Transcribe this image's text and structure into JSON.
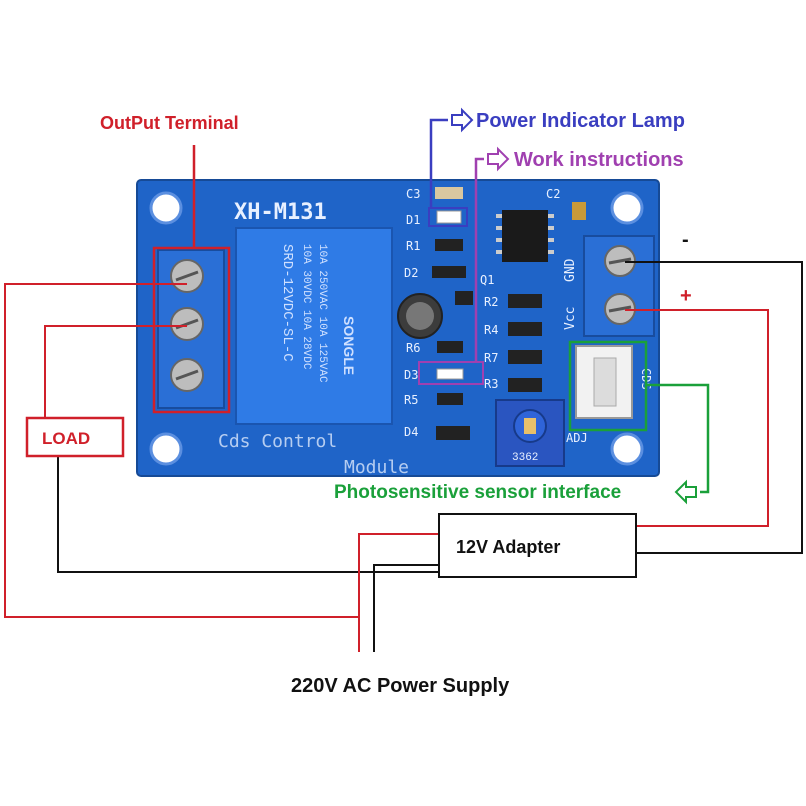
{
  "labels": {
    "output_terminal": "OutPut Terminal",
    "power_indicator": "Power Indicator Lamp",
    "work_instructions": "Work instructions",
    "photosensitive": "Photosensitive sensor interface",
    "load": "LOAD",
    "adapter": "12V Adapter",
    "ac_supply": "220V AC Power Supply",
    "minus": "-",
    "plus": "+"
  },
  "board": {
    "model": "XH-M131",
    "subtitle_1": "Cds Control",
    "subtitle_2": "Module",
    "relay_brand": "SONGLE",
    "relay_line_1": "10A 250VAC 10A 125VAC",
    "relay_line_2": "10A 30VDC 10A 28VDC",
    "relay_line_3": "SRD-12VDC-SL-C",
    "pins": {
      "gnd": "GND",
      "vcc": "Vcc",
      "cds": "CDS",
      "adj": "ADJ",
      "q1": "Q1",
      "c3": "C3",
      "c2": "C2",
      "d1": "D1",
      "d2": "D2",
      "d3": "D3",
      "d4": "D4",
      "r1": "R1",
      "r2": "R2",
      "r3": "R3",
      "r4": "R4",
      "r5": "R5",
      "r6": "R6",
      "r7": "R7",
      "pot": "3362"
    }
  },
  "colors": {
    "board": "#1f64c8",
    "terminal": "#2a6fd6",
    "red_wire": "#d0202a",
    "black_wire": "#111111",
    "blue_callout": "#3a3ec0",
    "purple_callout": "#a040b0",
    "green_callout": "#1aa03a",
    "label_red": "#d0202a"
  }
}
